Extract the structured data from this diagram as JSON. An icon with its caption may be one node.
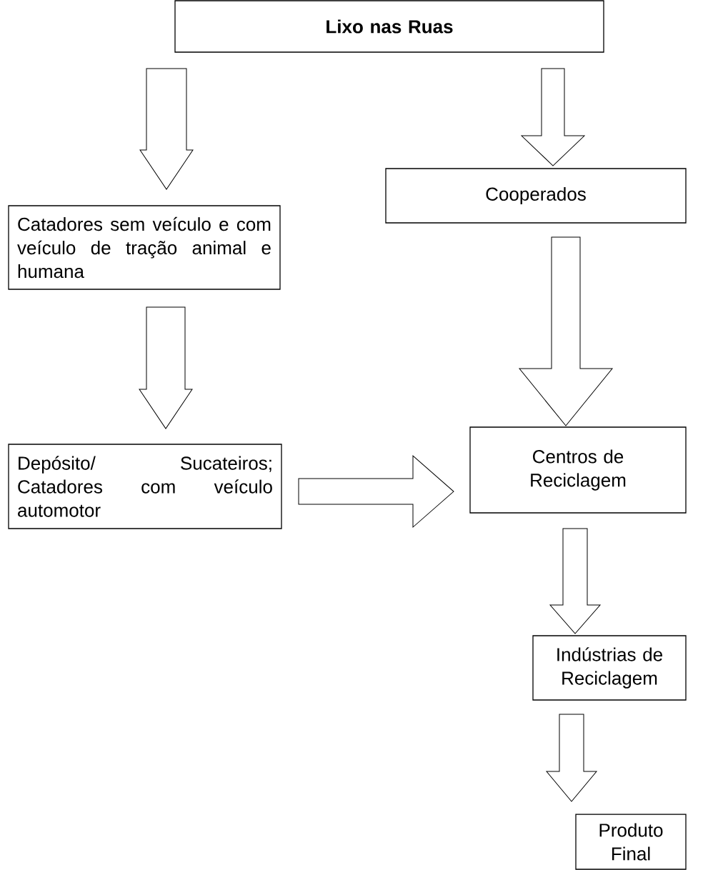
{
  "diagram": {
    "nodes": [
      {
        "text": [
          "Lixo nas Ruas"
        ]
      },
      {
        "text": [
          "Catadores sem veículo e com veículo de tração animal e humana"
        ]
      },
      {
        "text": [
          "Cooperados"
        ]
      },
      {
        "text": [
          "Depósito/ Sucateiros; Catadores com veículo automotor"
        ]
      },
      {
        "text": [
          "Centros de Reciclagem"
        ]
      },
      {
        "text": [
          "Indústrias de Reciclagem"
        ]
      },
      {
        "text": [
          "Produto Final"
        ]
      }
    ],
    "edges": [
      {
        "from": 0,
        "to": 1,
        "arrow": "to"
      },
      {
        "from": 0,
        "to": 2,
        "arrow": "to"
      },
      {
        "from": 1,
        "to": 3,
        "arrow": "to"
      },
      {
        "from": 2,
        "to": 4,
        "arrow": "to"
      },
      {
        "from": 3,
        "to": 4,
        "arrow": "to"
      },
      {
        "from": 4,
        "to": 5,
        "arrow": "to"
      },
      {
        "from": 5,
        "to": 6,
        "arrow": "to"
      }
    ]
  }
}
